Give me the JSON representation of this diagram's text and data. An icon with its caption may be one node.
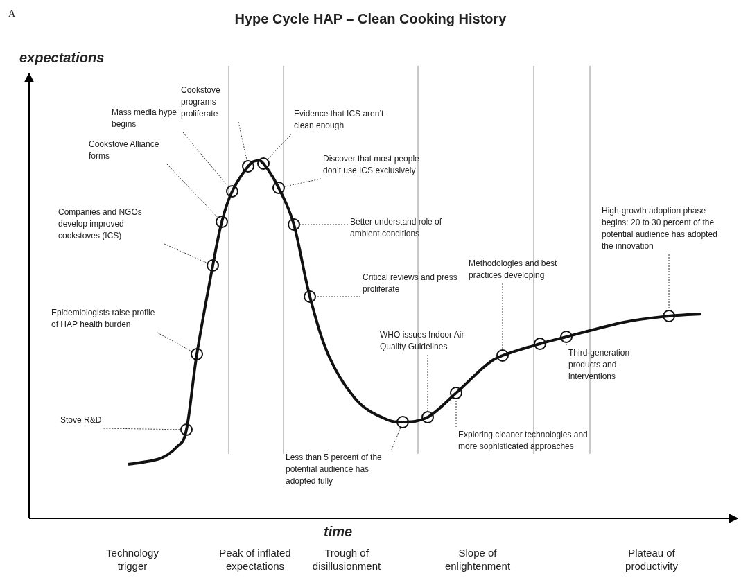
{
  "diagram": {
    "title": "Hype Cycle HAP – Clean Cooking History",
    "nodes": [
      {
        "text": [
          "Stove R&D"
        ]
      },
      {
        "text": [
          "Epidemiologists raise profile of HAP health burden"
        ]
      },
      {
        "text": [
          "Companies and NGOs develop improved cookstoves (ICS)"
        ]
      },
      {
        "text": [
          "Cookstove Alliance forms"
        ]
      },
      {
        "text": [
          "Mass media hype begins"
        ]
      },
      {
        "text": [
          "Cookstove programs proliferate"
        ]
      },
      {
        "text": [
          "Evidence that ICS aren’t clean enough"
        ]
      },
      {
        "text": [
          "Discover that most people don’t use ICS exclusively"
        ]
      },
      {
        "text": [
          "Better understand role of ambient conditions"
        ]
      },
      {
        "text": [
          "Critical reviews and press proliferate"
        ]
      },
      {
        "text": [
          "Less than 5 percent of the potential audience has adopted fully"
        ]
      },
      {
        "text": [
          "WHO issues Indoor Air Quality Guidelines"
        ]
      },
      {
        "text": [
          "Exploring cleaner technologies and more sophisticated approaches"
        ]
      },
      {
        "text": [
          "Methodologies and best practices developing"
        ]
      },
      {
        "text": [
          "Third-generation products and interventions"
        ]
      },
      {
        "text": [
          "High-growth adoption phase begins: 20 to 30 percent of the potential audience has adopted the innovation"
        ]
      },
      {
        "text": [],
        "shape": "circle"
      },
      {
        "text": [],
        "shape": "circle"
      },
      {
        "text": [],
        "shape": "circle"
      },
      {
        "text": [],
        "shape": "circle"
      },
      {
        "text": [],
        "shape": "circle"
      },
      {
        "text": [],
        "shape": "circle"
      },
      {
        "text": [],
        "shape": "circle"
      },
      {
        "text": [],
        "shape": "circle"
      },
      {
        "text": [],
        "shape": "circle"
      },
      {
        "text": [],
        "shape": "circle"
      },
      {
        "text": [],
        "shape": "circle"
      },
      {
        "text": [],
        "shape": "circle"
      },
      {
        "text": [],
        "shape": "circle"
      },
      {
        "text": [],
        "shape": "circle"
      },
      {
        "text": [],
        "shape": "circle"
      },
      {
        "text": [],
        "shape": "circle"
      },
      {
        "text": [],
        "shape": "circle"
      }
    ],
    "edges": [
      {
        "from": 0,
        "to": 16,
        "arrow": "none",
        "style": "dashed"
      },
      {
        "from": 1,
        "to": 17,
        "arrow": "none",
        "style": "dashed"
      },
      {
        "from": 2,
        "to": 18,
        "arrow": "none",
        "style": "dashed"
      },
      {
        "from": 3,
        "to": 19,
        "arrow": "none",
        "style": "dashed"
      },
      {
        "from": 4,
        "to": 20,
        "arrow": "none",
        "style": "dashed"
      },
      {
        "from": 5,
        "to": 21,
        "arrow": "none",
        "style": "dashed"
      },
      {
        "from": 6,
        "to": 22,
        "arrow": "none",
        "style": "dashed"
      },
      {
        "from": 7,
        "to": 23,
        "arrow": "none",
        "style": "dashed"
      },
      {
        "from": 8,
        "to": 24,
        "arrow": "none",
        "style": "dashed"
      },
      {
        "from": 9,
        "to": 25,
        "arrow": "none",
        "style": "dashed"
      },
      {
        "from": 10,
        "to": 26,
        "arrow": "none",
        "style": "dashed"
      },
      {
        "from": 11,
        "to": 27,
        "arrow": "none",
        "style": "dashed"
      },
      {
        "from": 12,
        "to": 28,
        "arrow": "none",
        "style": "dashed"
      },
      {
        "from": 13,
        "to": 29,
        "arrow": "none",
        "style": "dashed"
      },
      {
        "from": 14,
        "to": 31,
        "arrow": "none",
        "style": "dashed"
      },
      {
        "from": 15,
        "to": 32,
        "arrow": "none",
        "style": "dashed"
      }
    ],
    "labels": [
      "A",
      "expectations",
      "time",
      "Technology trigger",
      "Peak of inflated expectations",
      "Trough of disillusionment",
      "Slope of enlightenment",
      "Plateau of productivity"
    ]
  }
}
